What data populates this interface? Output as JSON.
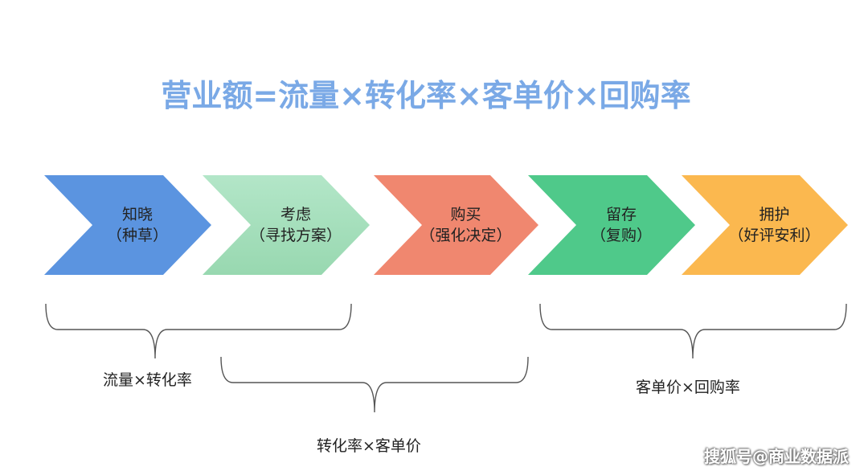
{
  "title": "营业额=流量×转化率×客单价×回购率",
  "stages": [
    {
      "name": "知晓",
      "sub": "（种草）",
      "color": "#5b94e0"
    },
    {
      "name": "考虑",
      "sub": "（寻找方案）",
      "color": "#a6dfbd"
    },
    {
      "name": "购买",
      "sub": "（强化决定）",
      "color": "#f0876f"
    },
    {
      "name": "留存",
      "sub": "（复购）",
      "color": "#4fc98a"
    },
    {
      "name": "拥护",
      "sub": "（好评安利）",
      "color": "#fbb84f"
    }
  ],
  "groups": [
    {
      "label": "流量×转化率"
    },
    {
      "label": "转化率×客单价"
    },
    {
      "label": "客单价×回购率"
    }
  ],
  "watermark": "搜狐号@商业数据派"
}
